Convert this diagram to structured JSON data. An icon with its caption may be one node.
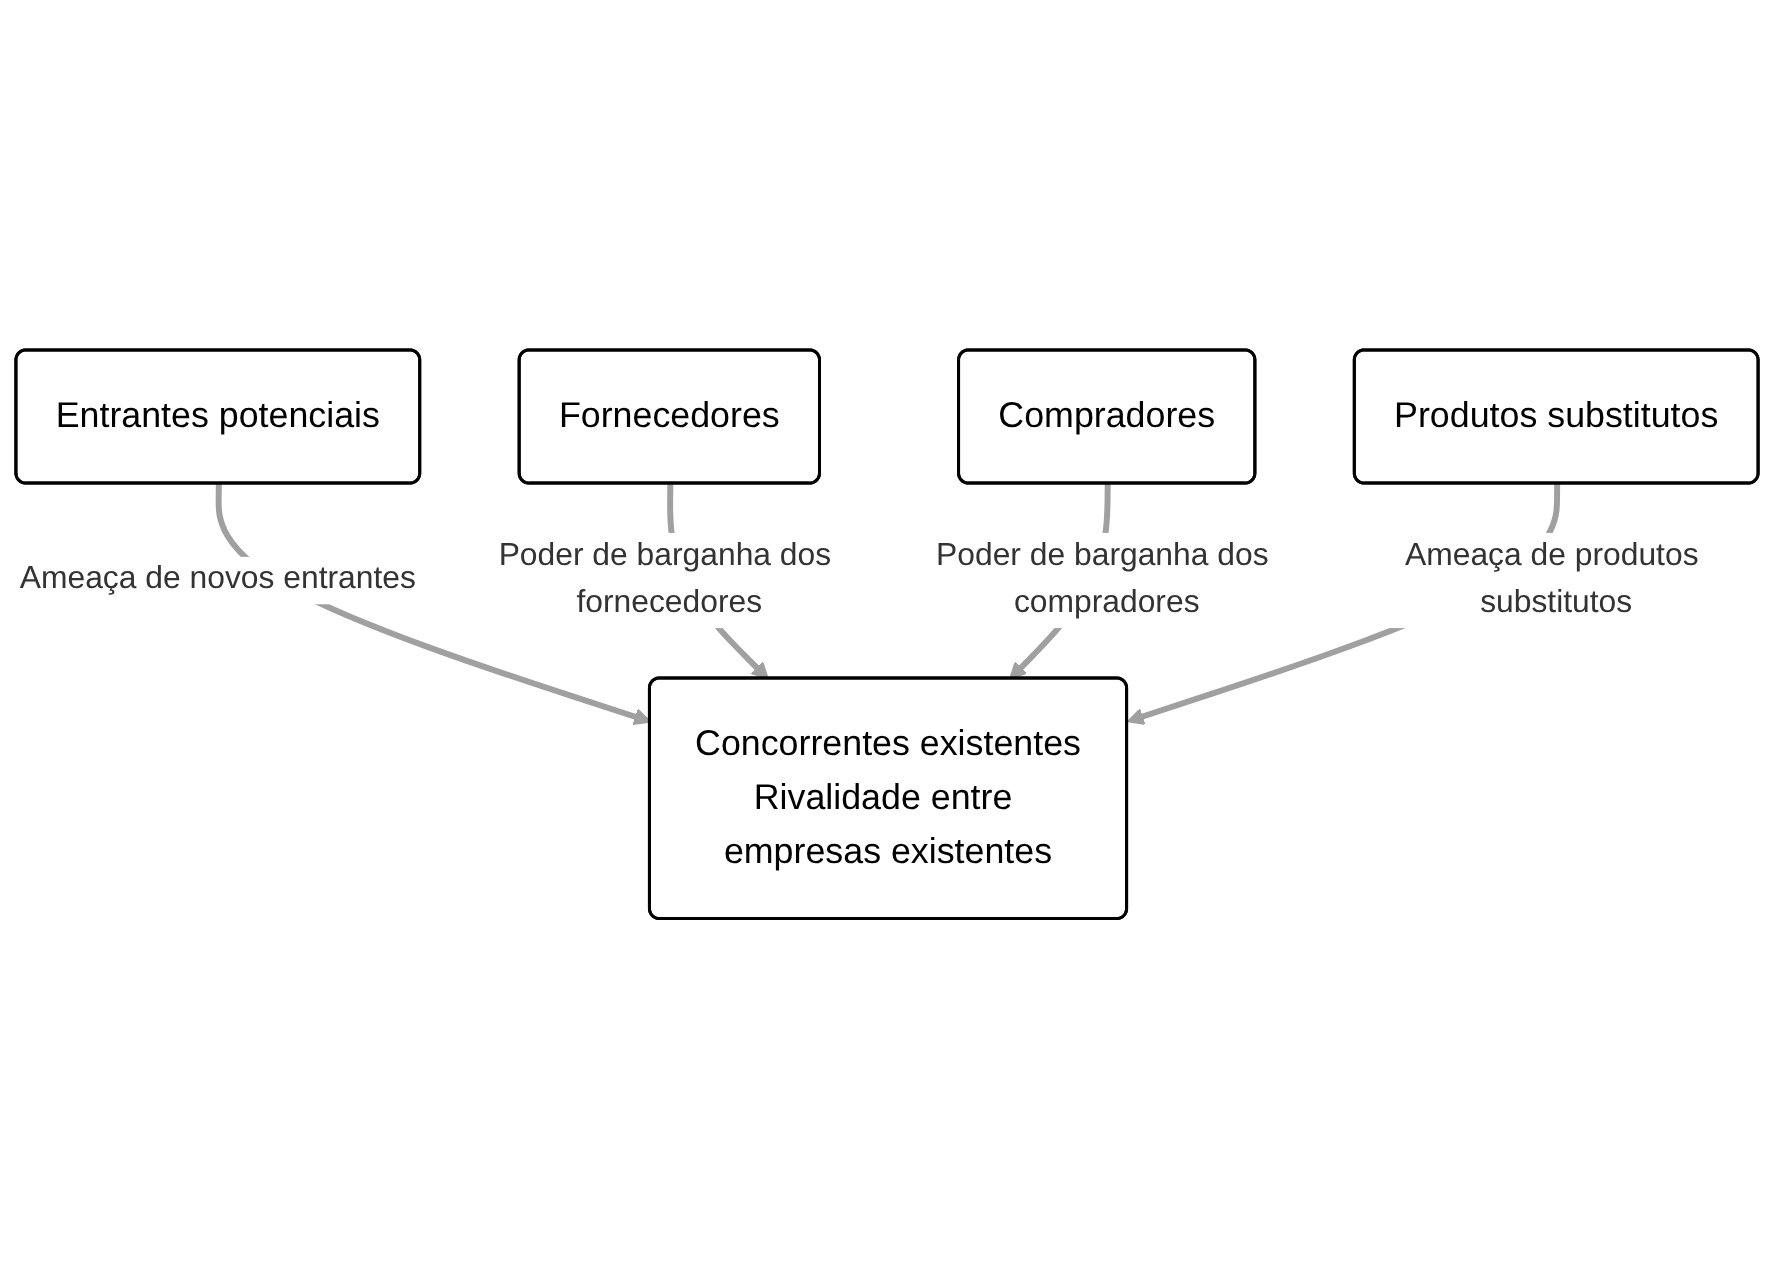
{
  "diagram": {
    "nodes": [
      {
        "text": [
          "Entrantes potenciais"
        ]
      },
      {
        "text": [
          "Concorrentes existentes",
          "Rivalidade entre empresas existentes"
        ]
      },
      {
        "text": [
          "Fornecedores"
        ]
      },
      {
        "text": [
          "Compradores"
        ]
      },
      {
        "text": [
          "Produtos substitutos"
        ]
      }
    ],
    "edges": [
      {
        "from": 0,
        "to": 1,
        "arrow": "to",
        "label": "Ameaça de novos entrantes"
      },
      {
        "from": 2,
        "to": 1,
        "arrow": "to",
        "label": "Poder de barganha dos fornecedores"
      },
      {
        "from": 3,
        "to": 1,
        "arrow": "to",
        "label": "Poder de barganha dos compradores"
      },
      {
        "from": 4,
        "to": 1,
        "arrow": "to",
        "label": "Ameaça de produtos substitutos"
      }
    ]
  }
}
